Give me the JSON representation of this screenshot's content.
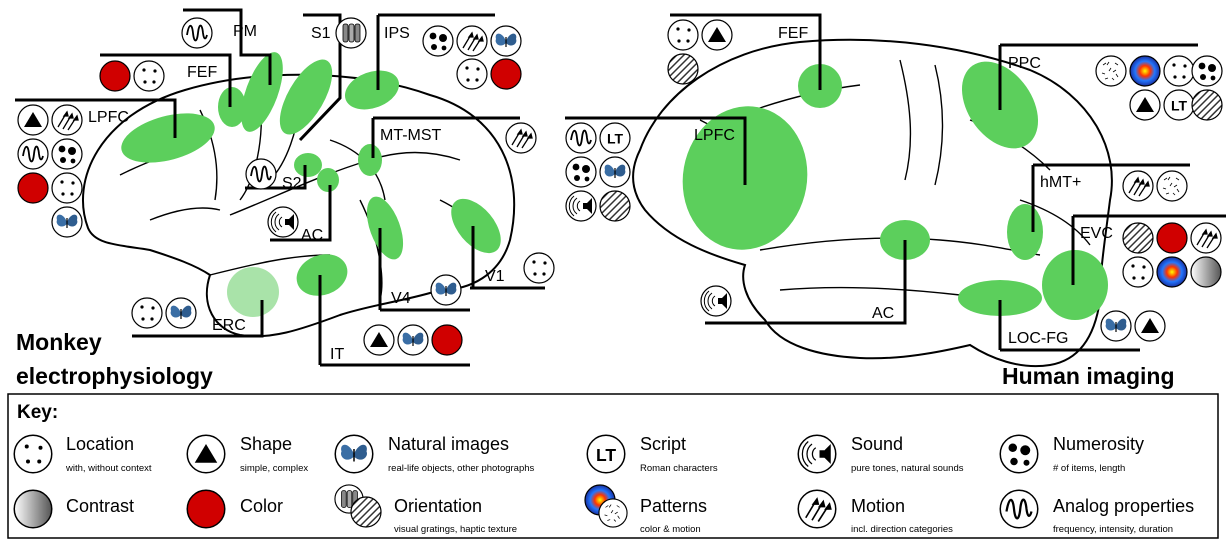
{
  "panels": {
    "monkey": {
      "title_line1": "Monkey",
      "title_line2": "electrophysiology",
      "regions": {
        "pm": "PM",
        "s1": "S1",
        "ips": "IPS",
        "fef": "FEF",
        "lpfc": "LPFC",
        "mt_mst": "MT-MST",
        "s2": "S2",
        "ac": "AC",
        "v1": "V1",
        "v4": "V4",
        "erc": "ERC",
        "it": "IT"
      }
    },
    "human": {
      "title": "Human imaging",
      "regions": {
        "fef": "FEF",
        "ppc": "PPC",
        "lpfc": "LPFC",
        "hmt": "hMT+",
        "evc": "EVC",
        "ac": "AC",
        "loc_fg": "LOC-FG"
      },
      "script_icon_text": "LT"
    }
  },
  "key": {
    "title": "Key:",
    "items": [
      {
        "name": "Location",
        "sub": "with, without context",
        "icon": "location-icon"
      },
      {
        "name": "Shape",
        "sub": "simple, complex",
        "icon": "shape-icon"
      },
      {
        "name": "Natural images",
        "sub": "real-life objects, other photographs",
        "icon": "natural-image-icon"
      },
      {
        "name": "Script",
        "sub": "Roman characters",
        "icon": "script-icon",
        "icon_text": "LT"
      },
      {
        "name": "Sound",
        "sub": "pure tones, natural sounds",
        "icon": "sound-icon"
      },
      {
        "name": "Numerosity",
        "sub": "# of items, length",
        "icon": "numerosity-icon"
      },
      {
        "name": "Contrast",
        "sub": "",
        "icon": "contrast-icon"
      },
      {
        "name": "Color",
        "sub": "",
        "icon": "color-icon"
      },
      {
        "name": "Orientation",
        "sub": "visual gratings, haptic texture",
        "icon": "orientation-icon"
      },
      {
        "name": "Patterns",
        "sub": "color & motion",
        "icon": "patterns-icon"
      },
      {
        "name": "Motion",
        "sub": "incl. direction categories",
        "icon": "motion-icon"
      },
      {
        "name": "Analog properties",
        "sub": "frequency, intensity, duration",
        "icon": "analog-icon"
      }
    ]
  },
  "colors": {
    "region_green": "#5ccf5c",
    "region_light_green": "#a9e3a9",
    "color_red": "#d00000",
    "butterfly_blue": "#3a6ea5"
  }
}
